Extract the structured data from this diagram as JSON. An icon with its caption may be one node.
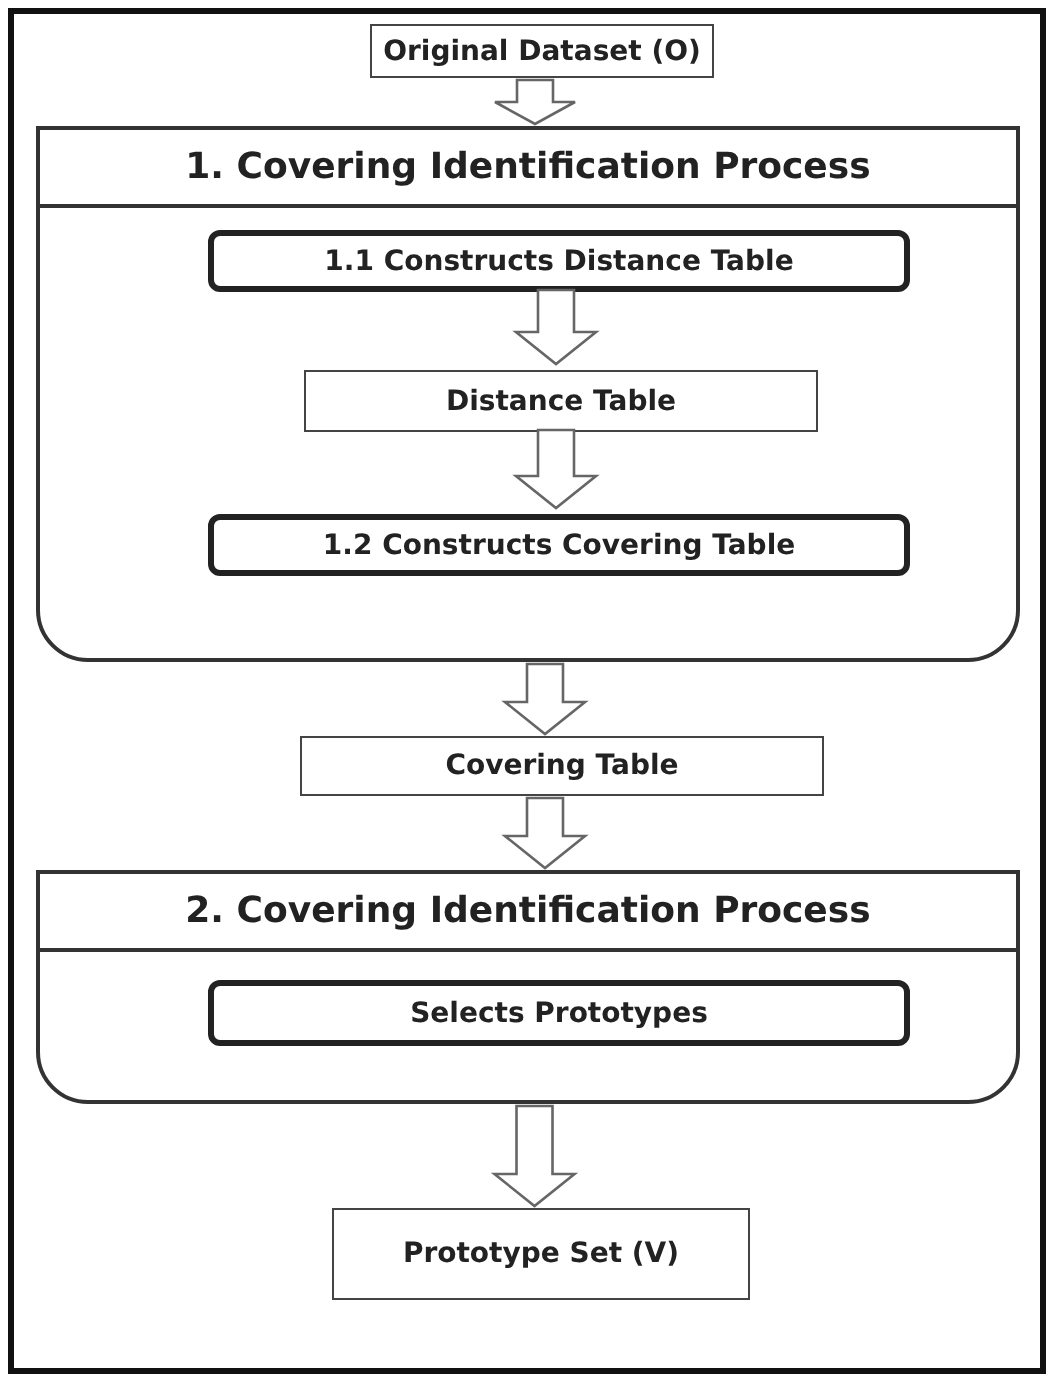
{
  "diagram": {
    "nodes": [
      {
        "text": [
          "Original Dataset (O)"
        ]
      },
      {
        "text": [
          "1. Covering Identification Process"
        ]
      },
      {
        "text": [
          "1.1 Constructs Distance Table"
        ],
        "in": 1
      },
      {
        "text": [
          "Distance Table"
        ],
        "in": 1
      },
      {
        "text": [
          "1.2 Constructs Covering Table"
        ],
        "in": 1
      },
      {
        "text": [
          "Covering Table"
        ]
      },
      {
        "text": [
          "2. Covering Identification Process"
        ]
      },
      {
        "text": [
          "Selects Prototypes"
        ],
        "in": 6
      },
      {
        "text": [
          "Prototype Set (V)"
        ]
      }
    ],
    "edges": [
      {
        "from": 0,
        "to": 1,
        "arrow": "to"
      },
      {
        "from": 2,
        "to": 3,
        "arrow": "to"
      },
      {
        "from": 3,
        "to": 4,
        "arrow": "to"
      },
      {
        "from": 1,
        "to": 5,
        "arrow": "to"
      },
      {
        "from": 5,
        "to": 6,
        "arrow": "to"
      },
      {
        "from": 6,
        "to": 8,
        "arrow": "to"
      }
    ]
  }
}
